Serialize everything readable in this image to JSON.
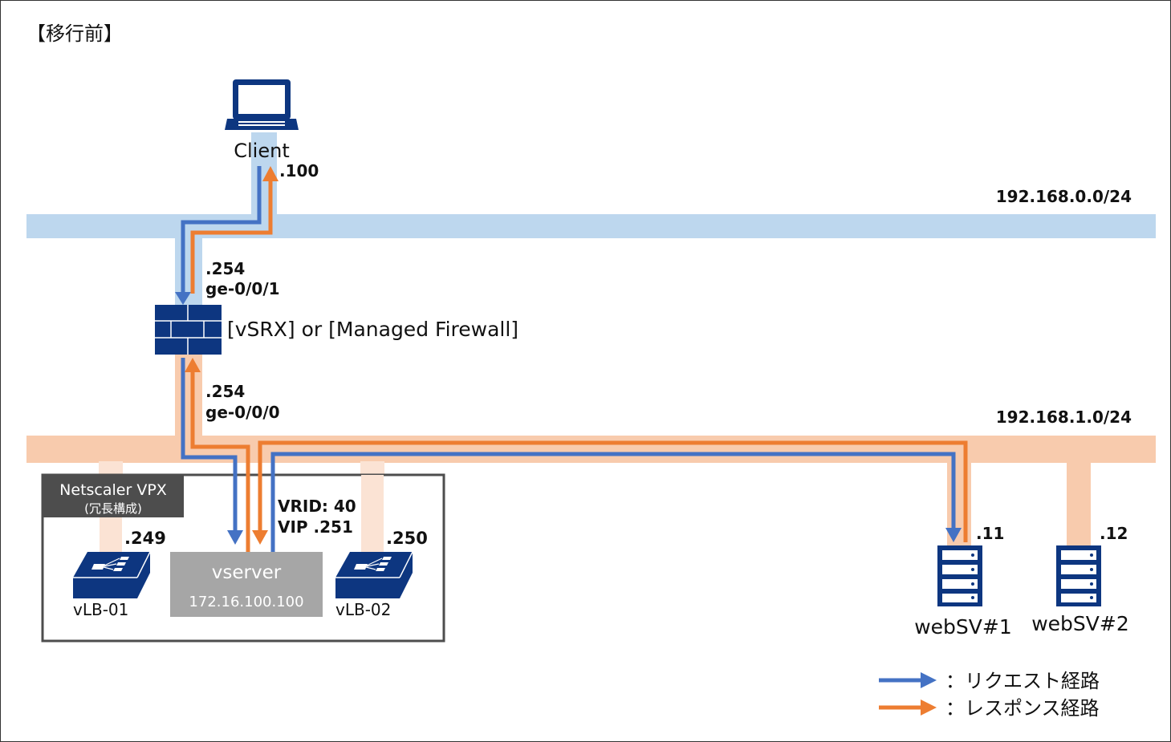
{
  "title": "【移行前】",
  "networks": {
    "upper": {
      "label": "192.168.0.0/24",
      "color": "#bdd7ee"
    },
    "lower": {
      "label": "192.168.1.0/24",
      "color": "#f8cbad"
    }
  },
  "client": {
    "name": "Client",
    "ip": ".100"
  },
  "firewall": {
    "name": "[vSRX] or [Managed Firewall]",
    "upper_ip": ".254",
    "upper_if": "ge-0/0/1",
    "lower_ip": ".254",
    "lower_if": "ge-0/0/0"
  },
  "netscaler": {
    "title": "Netscaler VPX",
    "subtitle": "(冗長構成)",
    "vrid": "VRID: 40",
    "vip": "VIP .251",
    "vserver_name": "vserver",
    "vserver_ip": "172.16.100.100",
    "nodes": [
      {
        "name": "vLB-01",
        "ip": ".249"
      },
      {
        "name": "vLB-02",
        "ip": ".250"
      }
    ]
  },
  "servers": [
    {
      "name": "webSV#1",
      "ip": ".11"
    },
    {
      "name": "webSV#2",
      "ip": ".12"
    }
  ],
  "legend": [
    {
      "label": "：リクエスト経路",
      "color": "#4472c4"
    },
    {
      "label": "：レスポンス経路",
      "color": "#ed7d31"
    }
  ],
  "colors": {
    "icon": "#0d3680",
    "request": "#4472c4",
    "response": "#ed7d31",
    "vserver_box": "#a6a6a6",
    "netscaler_header": "#4d4d4d"
  }
}
